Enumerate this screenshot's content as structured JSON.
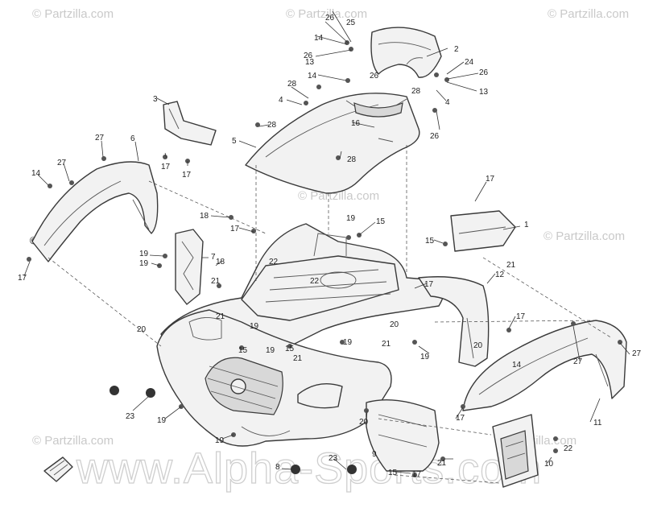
{
  "watermarks": {
    "site": "© Partzilla.com",
    "dealer": "www.Alpha-Sports.com"
  },
  "callouts": [
    {
      "id": "c1",
      "label": "1"
    },
    {
      "id": "c2",
      "label": "2"
    },
    {
      "id": "c3",
      "label": "3"
    },
    {
      "id": "c4",
      "label": "4"
    },
    {
      "id": "c4b",
      "label": "4"
    },
    {
      "id": "c5",
      "label": "5"
    },
    {
      "id": "c6",
      "label": "6"
    },
    {
      "id": "c7",
      "label": "7"
    },
    {
      "id": "c8",
      "label": "8"
    },
    {
      "id": "c9",
      "label": "9"
    },
    {
      "id": "c10",
      "label": "10"
    },
    {
      "id": "c11",
      "label": "11"
    },
    {
      "id": "c12",
      "label": "12"
    },
    {
      "id": "c13",
      "label": "13"
    },
    {
      "id": "c13b",
      "label": "13"
    },
    {
      "id": "c14a",
      "label": "14"
    },
    {
      "id": "c14b",
      "label": "14"
    },
    {
      "id": "c14c",
      "label": "14"
    },
    {
      "id": "c14d",
      "label": "14"
    },
    {
      "id": "c15a",
      "label": "15"
    },
    {
      "id": "c15b",
      "label": "15"
    },
    {
      "id": "c15c",
      "label": "15"
    },
    {
      "id": "c15d",
      "label": "15"
    },
    {
      "id": "c15e",
      "label": "15"
    },
    {
      "id": "c16",
      "label": "16"
    },
    {
      "id": "c17a",
      "label": "17"
    },
    {
      "id": "c17b",
      "label": "17"
    },
    {
      "id": "c17c",
      "label": "17"
    },
    {
      "id": "c17d",
      "label": "17"
    },
    {
      "id": "c17e",
      "label": "17"
    },
    {
      "id": "c17f",
      "label": "17"
    },
    {
      "id": "c17g",
      "label": "17"
    },
    {
      "id": "c17h",
      "label": "17"
    },
    {
      "id": "c17i",
      "label": "17"
    },
    {
      "id": "c18a",
      "label": "18"
    },
    {
      "id": "c18b",
      "label": "18"
    },
    {
      "id": "c19a",
      "label": "19"
    },
    {
      "id": "c19b",
      "label": "19"
    },
    {
      "id": "c19c",
      "label": "19"
    },
    {
      "id": "c19d",
      "label": "19"
    },
    {
      "id": "c19e",
      "label": "19"
    },
    {
      "id": "c19f",
      "label": "19"
    },
    {
      "id": "c19g",
      "label": "19"
    },
    {
      "id": "c19h",
      "label": "19"
    },
    {
      "id": "c19i",
      "label": "19"
    },
    {
      "id": "c20a",
      "label": "20"
    },
    {
      "id": "c20b",
      "label": "20"
    },
    {
      "id": "c20c",
      "label": "20"
    },
    {
      "id": "c20d",
      "label": "20"
    },
    {
      "id": "c21a",
      "label": "21"
    },
    {
      "id": "c21b",
      "label": "21"
    },
    {
      "id": "c21c",
      "label": "21"
    },
    {
      "id": "c21d",
      "label": "21"
    },
    {
      "id": "c21e",
      "label": "21"
    },
    {
      "id": "c21f",
      "label": "21"
    },
    {
      "id": "c22a",
      "label": "22"
    },
    {
      "id": "c22b",
      "label": "22"
    },
    {
      "id": "c22c",
      "label": "22"
    },
    {
      "id": "c23a",
      "label": "23"
    },
    {
      "id": "c23b",
      "label": "23"
    },
    {
      "id": "c24",
      "label": "24"
    },
    {
      "id": "c25",
      "label": "25"
    },
    {
      "id": "c26a",
      "label": "26"
    },
    {
      "id": "c26b",
      "label": "26"
    },
    {
      "id": "c26c",
      "label": "26"
    },
    {
      "id": "c26d",
      "label": "26"
    },
    {
      "id": "c26e",
      "label": "26"
    },
    {
      "id": "c27a",
      "label": "27"
    },
    {
      "id": "c27b",
      "label": "27"
    },
    {
      "id": "c27c",
      "label": "27"
    },
    {
      "id": "c27d",
      "label": "27"
    },
    {
      "id": "c28a",
      "label": "28"
    },
    {
      "id": "c28b",
      "label": "28"
    },
    {
      "id": "c28c",
      "label": "28"
    },
    {
      "id": "c28d",
      "label": "28"
    }
  ]
}
